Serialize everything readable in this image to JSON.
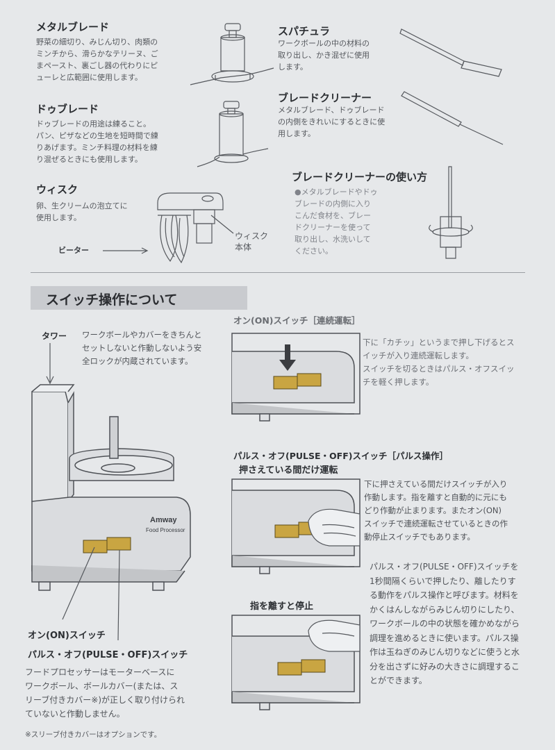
{
  "parts": {
    "metal_blade": {
      "title": "メタルブレード",
      "lines": [
        "野菜の細切り、みじん切り、肉類の",
        "ミンチから、滑らかなテリーヌ、ご",
        "まペースト、裏ごし器の代わりにピ",
        "ューレと広範囲に使用します。"
      ]
    },
    "dough_blade": {
      "title": "ドゥブレード",
      "lines": [
        "ドゥブレードの用途は練ること。",
        "パン、ピザなどの生地を短時間で練",
        "りあげます。ミンチ料理の材料を練",
        "り混ぜるときにも使用します。"
      ]
    },
    "whisk": {
      "title": "ウィスク",
      "lines": [
        "卵、生クリームの泡立てに",
        "使用します。"
      ],
      "beater_label": "ビーター",
      "body_label_1": "ウィスク",
      "body_label_2": "本体"
    },
    "spatula": {
      "title": "スパチュラ",
      "lines": [
        "ワークボールの中の材料の",
        "取り出し、かき混ぜに使用",
        "します。"
      ]
    },
    "blade_cleaner": {
      "title": "ブレードクリーナー",
      "lines": [
        "メタルブレード、ドゥブレード",
        "の内側をきれいにするときに使",
        "用します。"
      ]
    },
    "cleaner_usage": {
      "title": "ブレードクリーナーの使い方",
      "lines": [
        "●メタルブレードやドゥ",
        "ブレードの内側に入り",
        "こんだ食材を、ブレー",
        "ドクリーナーを使って",
        "取り出し、水洗いして",
        "ください。"
      ]
    }
  },
  "switch_section": {
    "heading": "スイッチ操作について",
    "tower_label": "タワー",
    "tower_lines": [
      "ワークボールやカバーをきちんと",
      "セットしないと作動しないよう安",
      "全ロックが内蔵されています。"
    ],
    "brand": "Amway",
    "model": "Food Processor",
    "on_switch_label": "オン(ON)スイッチ",
    "pulse_switch_label": "パルス・オフ(PULSE・OFF)スイッチ",
    "bottom_lines": [
      "フードプロセッサーはモーターベースに",
      "ワークボール、ボールカバー(または、ス",
      "リーブ付きカバー※)が正しく取り付けられ",
      "ていないと作動しません。"
    ],
    "footnote": "※スリーブ付きカバーはオプションです。",
    "on_heading": "オン(ON)スイッチ［連続運転］",
    "on_lines": [
      "下に「カチッ」というまで押し下げるとス",
      "イッチが入り連続運転します。",
      "スイッチを切るときはパルス・オフスイッ",
      "チを軽く押します。"
    ],
    "pulse_heading_1": "パルス・オフ(PULSE・OFF)スイッチ［パルス操作］",
    "pulse_heading_2": "押さえている間だけ運転",
    "pulse_lines": [
      "下に押さえている間だけスイッチが入り",
      "作動します。指を離すと自動的に元にも",
      "どり作動が止まります。またオン(ON)",
      "スイッチで連続運転させているときの作",
      "動停止スイッチでもあります。"
    ],
    "pulse_op_lines": [
      "パルス・オフ(PULSE・OFF)スイッチを",
      "1秒間隔くらいで押したり、離したりす",
      "る動作をパルス操作と呼びます。材料を",
      "かくはんしながらみじん切りにしたり、",
      "ワークボールの中の状態を確かめながら",
      "調理を進めるときに使います。パルス操",
      "作は玉ねぎのみじん切りなどに使うと水",
      "分を出さずに好みの大きさに調理するこ",
      "とができます。"
    ],
    "stop_heading": "指を離すと停止"
  },
  "icons": [
    "metal-blade-icon",
    "dough-blade-icon",
    "whisk-icon",
    "spatula-icon",
    "blade-cleaner-icon",
    "cleaner-usage-icon",
    "food-processor-icon",
    "switch-panel-icon",
    "finger-press-icon",
    "arrow-down-icon"
  ]
}
